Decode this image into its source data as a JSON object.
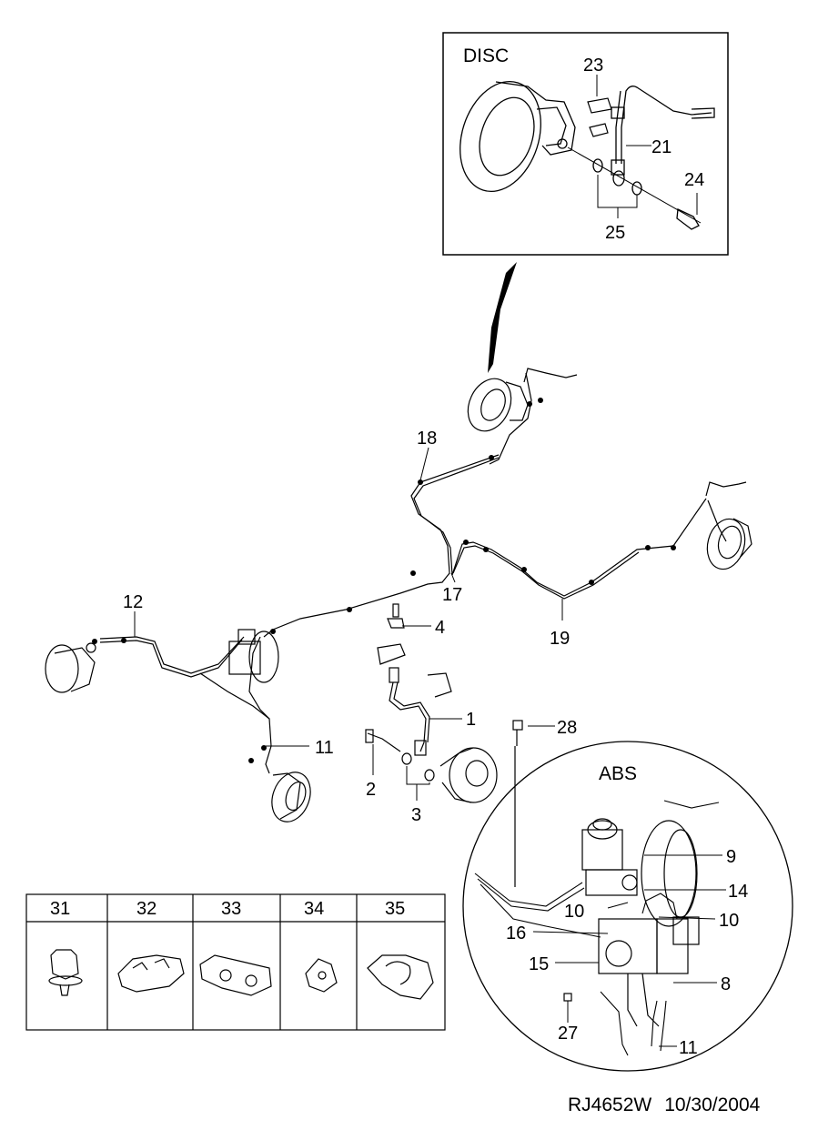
{
  "insets": {
    "disc_title": "DISC",
    "abs_title": "ABS"
  },
  "callouts": [
    "1",
    "2",
    "3",
    "4",
    "8",
    "9",
    "10",
    "10",
    "11",
    "11",
    "12",
    "14",
    "15",
    "16",
    "17",
    "18",
    "19",
    "21",
    "23",
    "24",
    "25",
    "27",
    "28"
  ],
  "clip_table": {
    "headers": [
      "31",
      "32",
      "33",
      "34",
      "35"
    ]
  },
  "footer": {
    "code": "RJ4652W",
    "date": "10/30/2004"
  }
}
